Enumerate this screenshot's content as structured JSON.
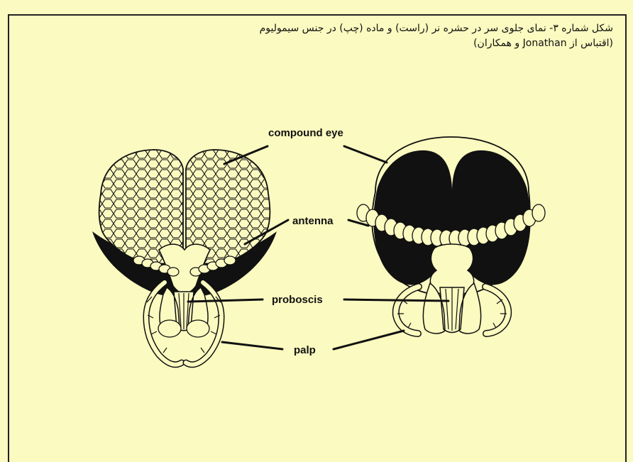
{
  "caption": {
    "line1": "شکل شماره ۳- نمای جلوی سر در حشره نر (راست) و ماده (چپ) در جنس سیمولیوم",
    "line2": "(اقتباس از Jonathan و همکاران)"
  },
  "labels": {
    "compound_eye": "compound eye",
    "antenna": "antenna",
    "proboscis": "proboscis",
    "palp": "palp"
  },
  "colors": {
    "background": "#fbfac0",
    "ink": "#111111"
  }
}
